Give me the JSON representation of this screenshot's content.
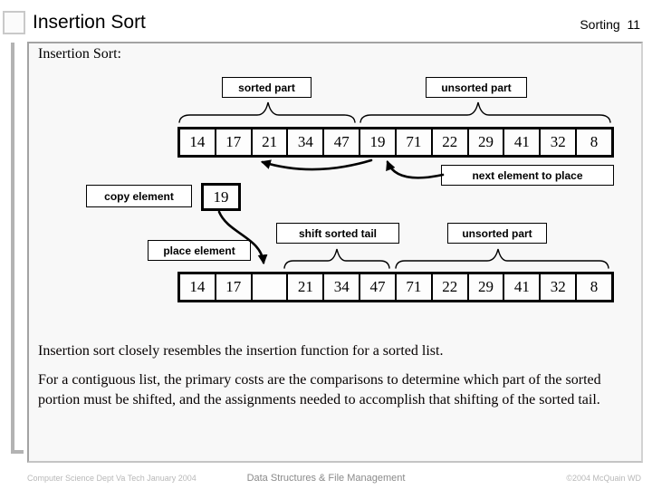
{
  "header": {
    "title": "Insertion Sort",
    "page_label": "Sorting  11"
  },
  "content": {
    "heading": "Insertion Sort:",
    "labels": {
      "sorted_part": "sorted part",
      "unsorted_part": "unsorted part",
      "next_element": "next element to place",
      "copy_element": "copy element",
      "copied_value": "19",
      "shift_sorted_tail": "shift sorted tail",
      "unsorted_part2": "unsorted part",
      "place_element": "place element"
    },
    "array_top": [
      "14",
      "17",
      "21",
      "34",
      "47",
      "19",
      "71",
      "22",
      "29",
      "41",
      "32",
      "8"
    ],
    "array_bottom": [
      "14",
      "17",
      "",
      "21",
      "34",
      "47",
      "71",
      "22",
      "29",
      "41",
      "32",
      "8"
    ],
    "paragraphs": [
      "Insertion sort closely resembles the insertion function for a sorted list.",
      "For a contiguous list, the primary costs are the comparisons to determine which part of the sorted portion must be shifted, and the assignments needed to accomplish that shifting of the sorted tail."
    ]
  },
  "footer": {
    "left": "Computer Science Dept Va Tech January 2004",
    "center": "Data Structures & File Management",
    "right": "©2004 McQuain WD"
  }
}
